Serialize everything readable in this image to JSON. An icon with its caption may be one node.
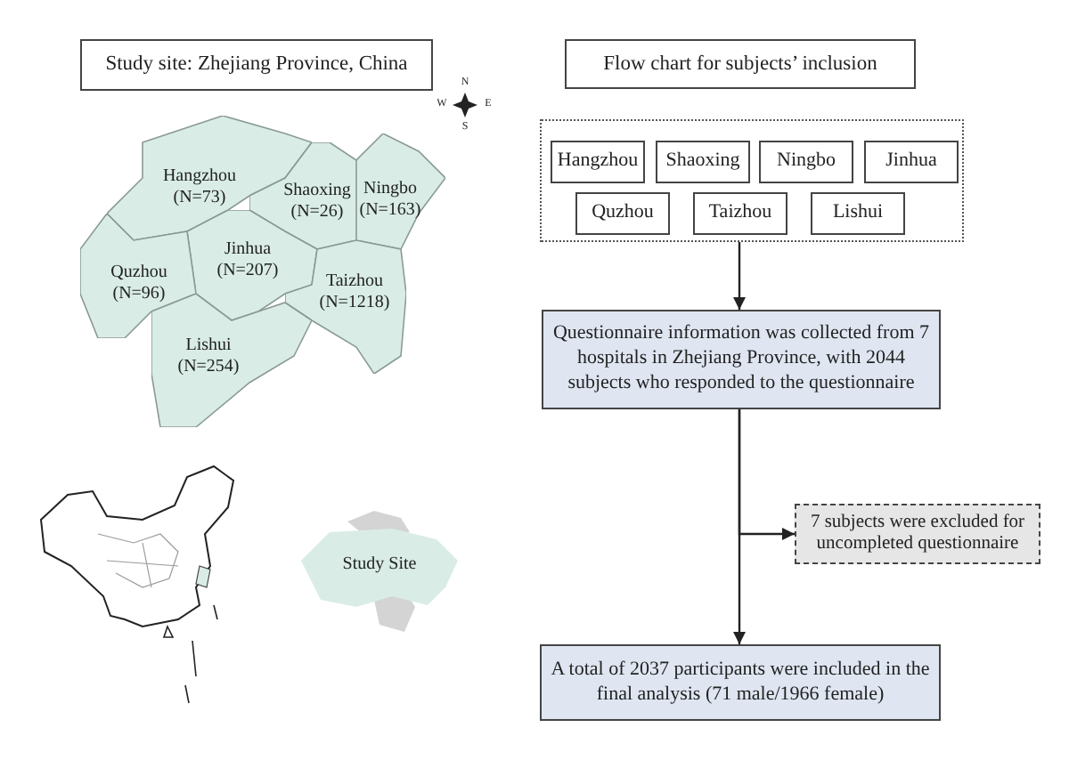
{
  "diagram": {
    "nodes": [
      {
        "text": [
          "Study site: Zhejiang Province, China"
        ]
      },
      {
        "text": [
          "Hangzhou (N=73)"
        ]
      },
      {
        "text": [
          "Shaoxing (N=26)"
        ]
      },
      {
        "text": [
          "Ningbo (N=163)"
        ]
      },
      {
        "text": [
          "Jinhua (N=207)"
        ]
      },
      {
        "text": [
          "Quzhou (N=96)"
        ]
      },
      {
        "text": [
          "Taizhou (N=1218)"
        ]
      },
      {
        "text": [
          "Lishui (N=254)"
        ]
      },
      {
        "text": [
          "Study Site"
        ]
      },
      {
        "text": [
          "Flow chart for subjects’ inclusion"
        ]
      },
      {
        "text": [],
        "shape": "box"
      },
      {
        "text": [
          "Hangzhou"
        ],
        "in": 10
      },
      {
        "text": [
          "Shaoxing"
        ],
        "in": 10
      },
      {
        "text": [
          "Ningbo"
        ],
        "in": 10
      },
      {
        "text": [
          "Jinhua"
        ],
        "in": 10
      },
      {
        "text": [
          "Quzhou"
        ],
        "in": 10
      },
      {
        "text": [
          "Taizhou"
        ],
        "in": 10
      },
      {
        "text": [
          "Lishui"
        ],
        "in": 10
      },
      {
        "text": [
          "Questionnaire information was collected from 7 hospitals in Zhejiang Province, with 2044 subjects who responded to the questionnaire"
        ]
      },
      {
        "text": [
          "7 subjects were excluded for uncompleted questionnaire"
        ]
      },
      {
        "text": [
          "A total of 2037 participants were included in the final analysis (71 male/1966 female)"
        ]
      }
    ],
    "edges": [
      {
        "from": 10,
        "to": 18,
        "arrow": "to"
      },
      {
        "from": 18,
        "to": 20,
        "arrow": "to"
      },
      {
        "from": 18,
        "to": 19,
        "arrow": "to"
      }
    ],
    "labels": [
      "N",
      "W",
      "E",
      "S"
    ]
  }
}
